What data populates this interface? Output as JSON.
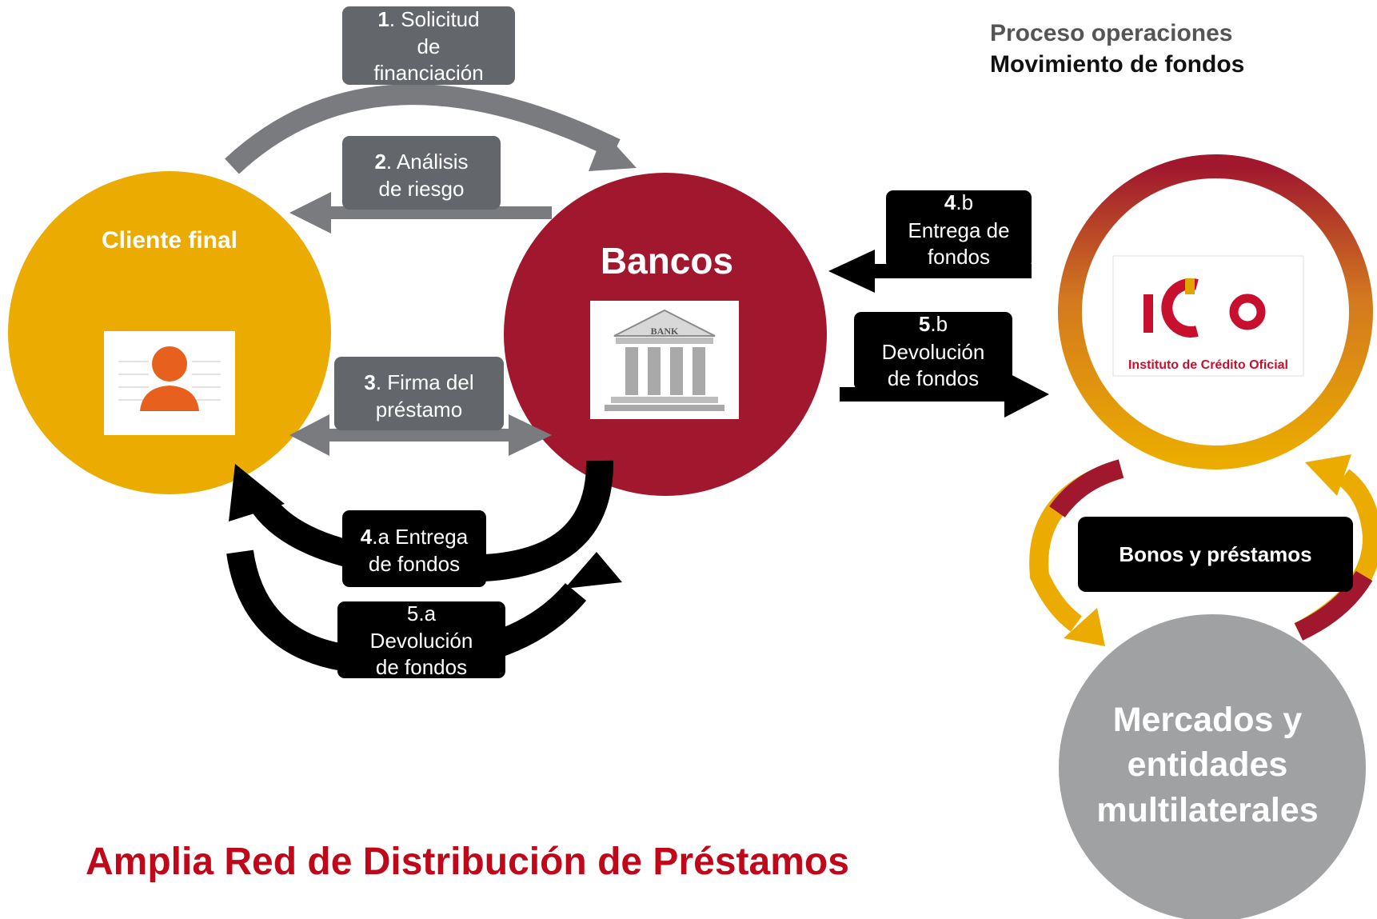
{
  "header": {
    "line1": "Proceso operaciones",
    "line2": "Movimiento de fondos"
  },
  "nodes": {
    "cliente": {
      "title": "Cliente final"
    },
    "bancos": {
      "title": "Bancos",
      "bank_sign": "BANK"
    },
    "ico": {
      "logo_text": "Instituto de Crédito Oficial"
    },
    "mercados": {
      "line1": "Mercados y",
      "line2": "entidades",
      "line3": "multilaterales"
    }
  },
  "steps": {
    "s1": {
      "num": "1",
      "lines": [
        ". Solicitud",
        "de",
        "financiación"
      ]
    },
    "s2": {
      "num": "2",
      "lines": [
        ". Análisis",
        "de riesgo"
      ]
    },
    "s3": {
      "num": "3",
      "lines": [
        ". Firma del",
        "préstamo"
      ]
    },
    "s4a": {
      "num": "4",
      "lines": [
        ".a Entrega",
        "de fondos"
      ]
    },
    "s5a": {
      "num": "5",
      "lines": [
        ".a",
        "Devolución",
        "de fondos"
      ]
    },
    "s4b": {
      "num": "4",
      "lines": [
        ".b",
        "Entrega de",
        "fondos"
      ]
    },
    "s5b": {
      "num": "5",
      "lines": [
        ".b",
        "Devolución",
        "de fondos"
      ]
    },
    "bonos": {
      "label": "Bonos y préstamos"
    }
  },
  "footer": {
    "title": "Amplia Red de Distribución de Préstamos"
  },
  "colors": {
    "cliente": "#ebab00",
    "bancos": "#a0172e",
    "mercados": "#9fa1a3",
    "gray_box": "#63666a",
    "black_box": "#000000",
    "footer_red": "#c0081b",
    "ico_red": "#c8102e",
    "ico_gold": "#e3a400"
  }
}
